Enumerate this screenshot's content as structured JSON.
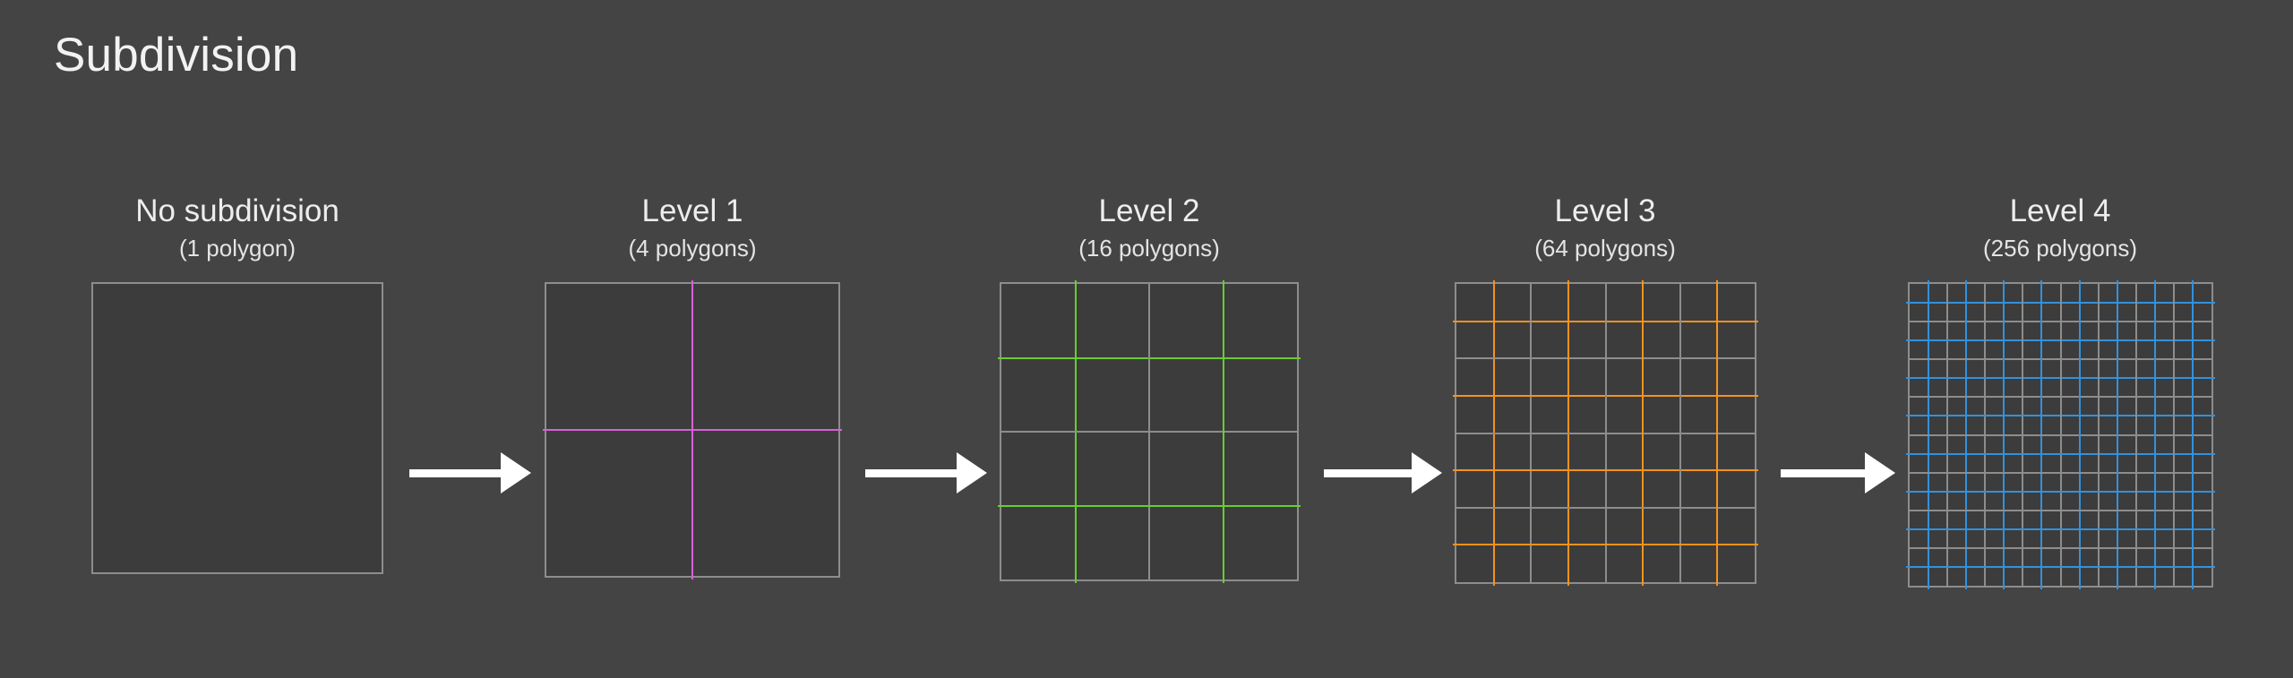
{
  "slide": {
    "title": "Subdivision",
    "background_color": "#444444",
    "title_color": "#f2f2f2"
  },
  "colors": {
    "background": "#444444",
    "panel_fill": "#3c3c3c",
    "panel_border": "#8d8d8d",
    "inherited_line": "#8d8d8d",
    "arrow": "#ffffff",
    "level1_magenta": "#d860d8",
    "level2_green": "#6acc33",
    "level3_orange": "#f5921e",
    "level4_blue": "#3391db"
  },
  "arrows": {
    "count": 4,
    "direction": "right",
    "glyph": "arrow-right"
  },
  "stages": [
    {
      "name": "No subdivision",
      "count": "(1 polygon)",
      "polygons": 1,
      "divisions": 1,
      "new_line_color": null
    },
    {
      "name": "Level 1",
      "count": "(4 polygons)",
      "polygons": 4,
      "divisions": 2,
      "new_line_color": "#d860d8"
    },
    {
      "name": "Level 2",
      "count": "(16 polygons)",
      "polygons": 16,
      "divisions": 4,
      "new_line_color": "#6acc33"
    },
    {
      "name": "Level 3",
      "count": "(64 polygons)",
      "polygons": 64,
      "divisions": 8,
      "new_line_color": "#f5921e"
    },
    {
      "name": "Level 4",
      "count": "(256 polygons)",
      "polygons": 256,
      "divisions": 16,
      "new_line_color": "#3391db"
    }
  ]
}
